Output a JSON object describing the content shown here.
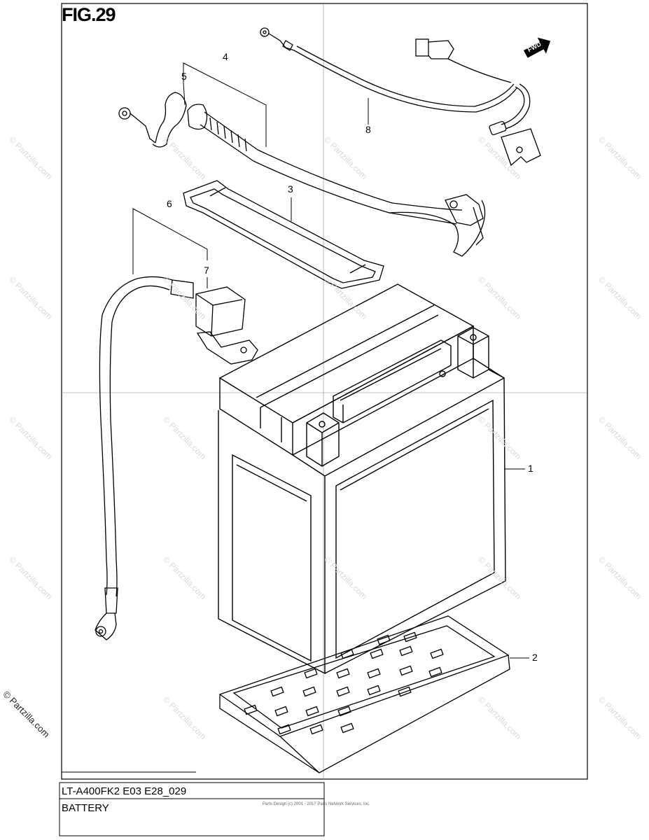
{
  "figure": {
    "title": "FIG.29",
    "direction_badge": "FWD"
  },
  "callouts": [
    "1",
    "2",
    "3",
    "4",
    "5",
    "6",
    "7",
    "8"
  ],
  "title_block": {
    "model_code": "LT-A400FK2 E03 E28_029",
    "section_name": "BATTERY",
    "fine_print_1": "Parts Design (c) 2001 - 2017 Parts Network Services, Inc."
  },
  "watermark": {
    "text": "© Partzilla.com"
  }
}
